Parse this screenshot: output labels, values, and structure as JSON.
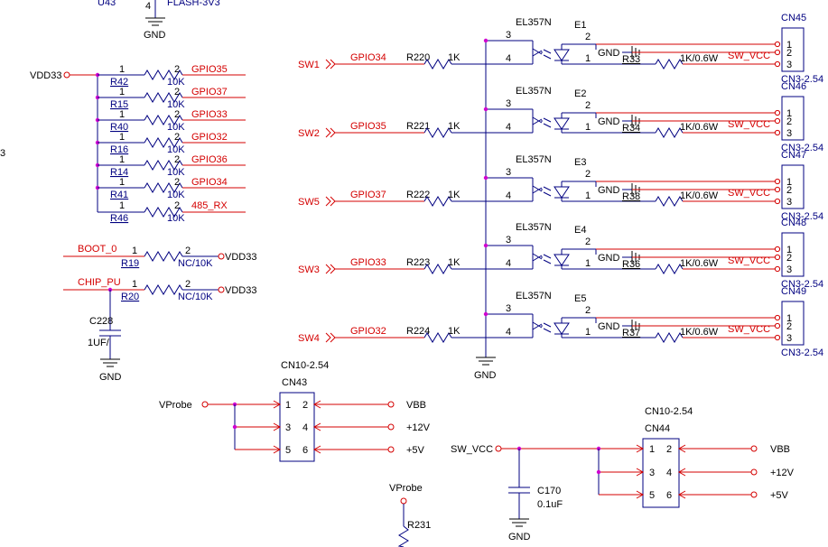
{
  "top": {
    "ref": "U43",
    "pin": "4",
    "net": "FLASH-3V3",
    "gnd": "GND"
  },
  "left_edge_num": "3",
  "pullups": {
    "supply": "VDD33",
    "rows": [
      {
        "ref": "R42",
        "p1": "1",
        "p2": "2",
        "net": "GPIO35",
        "val": "10K"
      },
      {
        "ref": "R15",
        "p1": "1",
        "p2": "2",
        "net": "GPIO37",
        "val": "10K"
      },
      {
        "ref": "R40",
        "p1": "1",
        "p2": "2",
        "net": "GPIO33",
        "val": "10K"
      },
      {
        "ref": "R16",
        "p1": "1",
        "p2": "2",
        "net": "GPIO32",
        "val": "10K"
      },
      {
        "ref": "R14",
        "p1": "1",
        "p2": "2",
        "net": "GPIO36",
        "val": "10K"
      },
      {
        "ref": "R41",
        "p1": "1",
        "p2": "2",
        "net": "GPIO34",
        "val": "10K"
      },
      {
        "ref": "R46",
        "p1": "1",
        "p2": "2",
        "net": "485_RX",
        "val": "10K"
      }
    ]
  },
  "boot": {
    "net": "BOOT_0",
    "ref": "R19",
    "val": "NC/10K",
    "p1": "1",
    "p2": "2",
    "supply": "VDD33"
  },
  "chip": {
    "net": "CHIP_PU",
    "ref": "R20",
    "val": "NC/10K",
    "p1": "1",
    "p2": "2",
    "supply": "VDD33",
    "cap_ref": "C228",
    "cap_val": "1UF/",
    "gnd": "GND"
  },
  "switches": [
    {
      "sw": "SW1",
      "gpio": "GPIO34",
      "res": "R220",
      "res_val": "1K",
      "opto": "EL357N",
      "e": "E1",
      "r_out": "R33",
      "r_out_val": "1K/0.6W",
      "vcc": "SW_VCC",
      "gnd": "GND",
      "cn": "CN45",
      "cn_val": "CN3-2.54",
      "p1": "1",
      "p2": "2",
      "p3": "3",
      "p4": "4",
      "c1": "1",
      "c2": "2",
      "c3": "3"
    },
    {
      "sw": "SW2",
      "gpio": "GPIO35",
      "res": "R221",
      "res_val": "1K",
      "opto": "EL357N",
      "e": "E2",
      "r_out": "R34",
      "r_out_val": "1K/0.6W",
      "vcc": "SW_VCC",
      "gnd": "GND",
      "cn": "CN46",
      "cn_val": "CN3-2.54",
      "p1": "1",
      "p2": "2",
      "p3": "3",
      "p4": "4",
      "c1": "1",
      "c2": "2",
      "c3": "3"
    },
    {
      "sw": "SW5",
      "gpio": "GPIO37",
      "res": "R222",
      "res_val": "1K",
      "opto": "EL357N",
      "e": "E3",
      "r_out": "R38",
      "r_out_val": "1K/0.6W",
      "vcc": "SW_VCC",
      "gnd": "GND",
      "cn": "CN47",
      "cn_val": "CN3-2.54",
      "p1": "1",
      "p2": "2",
      "p3": "3",
      "p4": "4",
      "c1": "1",
      "c2": "2",
      "c3": "3"
    },
    {
      "sw": "SW3",
      "gpio": "GPIO33",
      "res": "R223",
      "res_val": "1K",
      "opto": "EL357N",
      "e": "E4",
      "r_out": "R36",
      "r_out_val": "1K/0.6W",
      "vcc": "SW_VCC",
      "gnd": "GND",
      "cn": "CN48",
      "cn_val": "CN3-2.54",
      "p1": "1",
      "p2": "2",
      "p3": "3",
      "p4": "4",
      "c1": "1",
      "c2": "2",
      "c3": "3"
    },
    {
      "sw": "SW4",
      "gpio": "GPIO32",
      "res": "R224",
      "res_val": "1K",
      "opto": "EL357N",
      "e": "E5",
      "r_out": "R37",
      "r_out_val": "1K/0.6W",
      "vcc": "SW_VCC",
      "gnd": "GND",
      "cn": "CN49",
      "cn_val": "CN3-2.54",
      "p1": "1",
      "p2": "2",
      "p3": "3",
      "p4": "4",
      "c1": "1",
      "c2": "2",
      "c3": "3"
    }
  ],
  "opto_gnd": "GND",
  "cn43": {
    "type": "CN10-2.54",
    "ref": "CN43",
    "input": "VProbe",
    "pins": [
      "1",
      "2",
      "3",
      "4",
      "5",
      "6"
    ],
    "outputs": [
      "VBB",
      "+12V",
      "+5V"
    ]
  },
  "cn44": {
    "type": "CN10-2.54",
    "ref": "CN44",
    "input": "SW_VCC",
    "pins": [
      "1",
      "2",
      "3",
      "4",
      "5",
      "6"
    ],
    "outputs": [
      "VBB",
      "+12V",
      "+5V"
    ],
    "cap_ref": "C170",
    "cap_val": "0.1uF",
    "gnd": "GND"
  },
  "probe": {
    "net": "VProbe",
    "ref": "R231"
  }
}
